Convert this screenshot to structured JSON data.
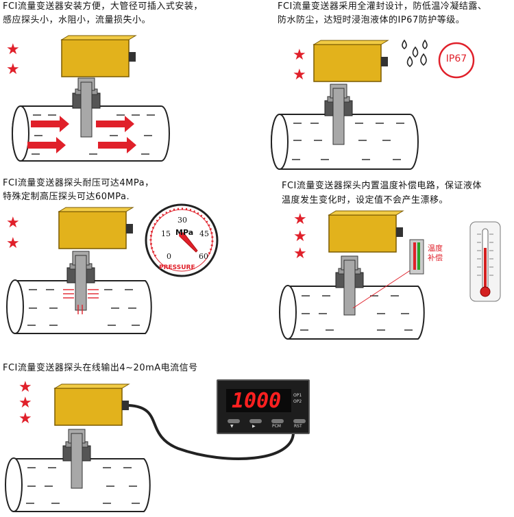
{
  "panels": {
    "install": {
      "caption_line1": "FCI流量变送器安装方便，大管径可插入式安装，",
      "caption_line2": "感应探头小，水阻小，流量损失小。",
      "stars": 2
    },
    "sealed": {
      "caption_line1": "FCI流量变送器采用全灌封设计，防低温冷凝结露、",
      "caption_line2": "防水防尘，达短时浸泡液体的IP67防护等级。",
      "badge": "IP67",
      "stars": 2
    },
    "pressure": {
      "caption_line1": "FCI流量变送器探头耐压可达4MPa，",
      "caption_line2": "特殊定制高压探头可达60MPa.",
      "gauge_unit": "MPa",
      "gauge_label": "PRESSURE",
      "gauge_ticks": [
        "0",
        "15",
        "30",
        "45",
        "60"
      ],
      "stars": 2
    },
    "temperature": {
      "caption_line1": "FCI流量变送器探头内置温度补偿电路，保证液体",
      "caption_line2": "温度发生变化时，设定值不会产生漂移。",
      "comp_label_line1": "温度",
      "comp_label_line2": "补偿",
      "stars": 3
    },
    "output": {
      "caption_line1": "FCI流量变送器探头在线输出4~20mA电流信号",
      "display_value": "1000",
      "op1": "OP1",
      "op2": "OP2",
      "buttons": [
        "▼",
        "▶",
        "PCM",
        "RST"
      ],
      "stars": 3
    }
  },
  "colors": {
    "star": "#e0202a",
    "housing": "#e2b21c",
    "arrow": "#e0202a",
    "display": "#ff2020",
    "water": "#2a2a2a"
  },
  "icons": [
    "star-icon",
    "water-drop-icon",
    "pressure-gauge-icon",
    "thermometer-icon",
    "flow-arrow-icon"
  ]
}
